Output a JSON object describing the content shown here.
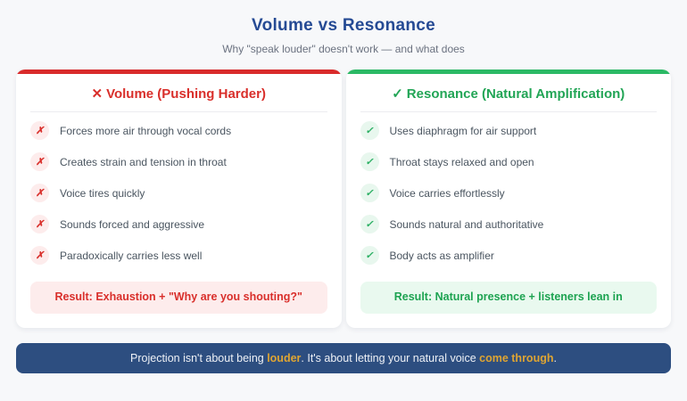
{
  "header": {
    "title": "Volume vs Resonance",
    "subtitle": "Why \"speak louder\" doesn't work — and what does"
  },
  "colors": {
    "accent_red": "#d92b2b",
    "accent_green": "#2bb965",
    "title_navy": "#254a94",
    "banner_navy": "#2d4e80",
    "banner_gold": "#dfa532"
  },
  "cards": [
    {
      "title_icon": "✕",
      "title": "Volume (Pushing Harder)",
      "item_icon": "✗",
      "items": [
        "Forces more air through vocal cords",
        "Creates strain and tension in throat",
        "Voice tires quickly",
        "Sounds forced and aggressive",
        "Paradoxically carries less well"
      ],
      "result": "Result: Exhaustion + \"Why are you shouting?\""
    },
    {
      "title_icon": "✓",
      "title": "Resonance (Natural Amplification)",
      "item_icon": "✓",
      "items": [
        "Uses diaphragm for air support",
        "Throat stays relaxed and open",
        "Voice carries effortlessly",
        "Sounds natural and authoritative",
        "Body acts as amplifier"
      ],
      "result": "Result: Natural presence + listeners lean in"
    }
  ],
  "banner": {
    "pre": "Projection isn't about being ",
    "bold1": "louder",
    "mid": ". It's about letting your natural voice ",
    "bold2": "come through",
    "post": "."
  }
}
